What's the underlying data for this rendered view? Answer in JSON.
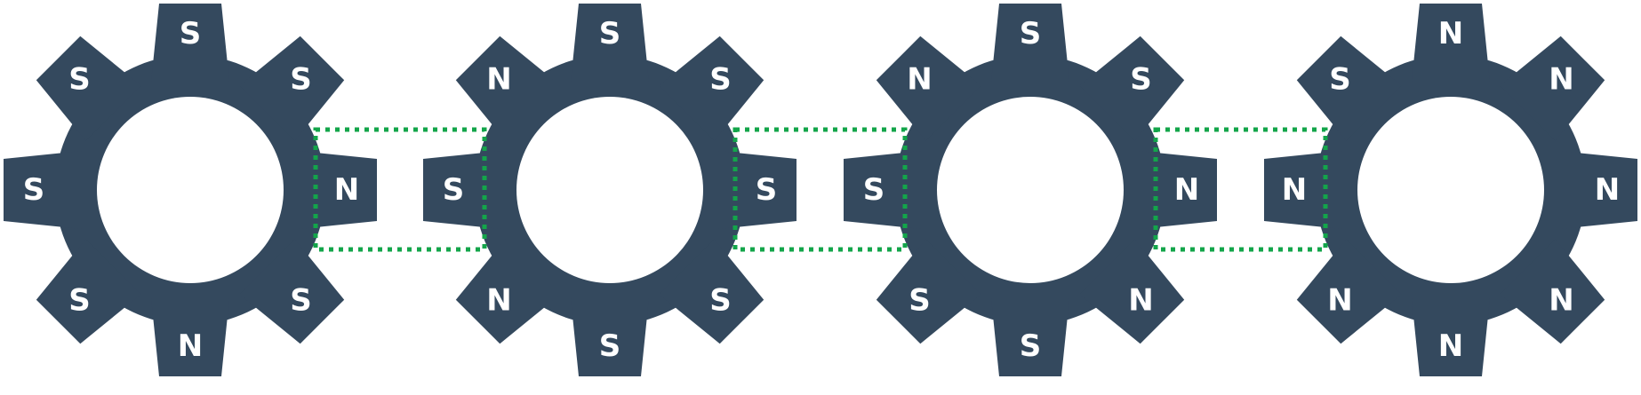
{
  "colors": {
    "gear_fill": "#34495e",
    "bore_fill": "#ffffff",
    "label_fill": "#ffffff",
    "interaction_box_stroke": "#13a54a",
    "background": "#ffffff"
  },
  "gears": [
    {
      "id": "gear-1",
      "poles": {
        "top": "S",
        "top_right": "S",
        "right": "N",
        "bottom_right": "S",
        "bottom": "N",
        "bottom_left": "S",
        "left": "S",
        "top_left": "S"
      }
    },
    {
      "id": "gear-2",
      "poles": {
        "top": "S",
        "top_right": "S",
        "right": "S",
        "bottom_right": "S",
        "bottom": "S",
        "bottom_left": "N",
        "left": "S",
        "top_left": "N"
      }
    },
    {
      "id": "gear-3",
      "poles": {
        "top": "S",
        "top_right": "S",
        "right": "N",
        "bottom_right": "N",
        "bottom": "S",
        "bottom_left": "S",
        "left": "S",
        "top_left": "N"
      }
    },
    {
      "id": "gear-4",
      "poles": {
        "top": "N",
        "top_right": "N",
        "right": "N",
        "bottom_right": "N",
        "bottom": "N",
        "bottom_left": "N",
        "left": "N",
        "top_left": "S"
      }
    }
  ],
  "interaction_zones": [
    {
      "between": [
        "gear-1",
        "gear-2"
      ]
    },
    {
      "between": [
        "gear-2",
        "gear-3"
      ]
    },
    {
      "between": [
        "gear-3",
        "gear-4"
      ]
    }
  ]
}
